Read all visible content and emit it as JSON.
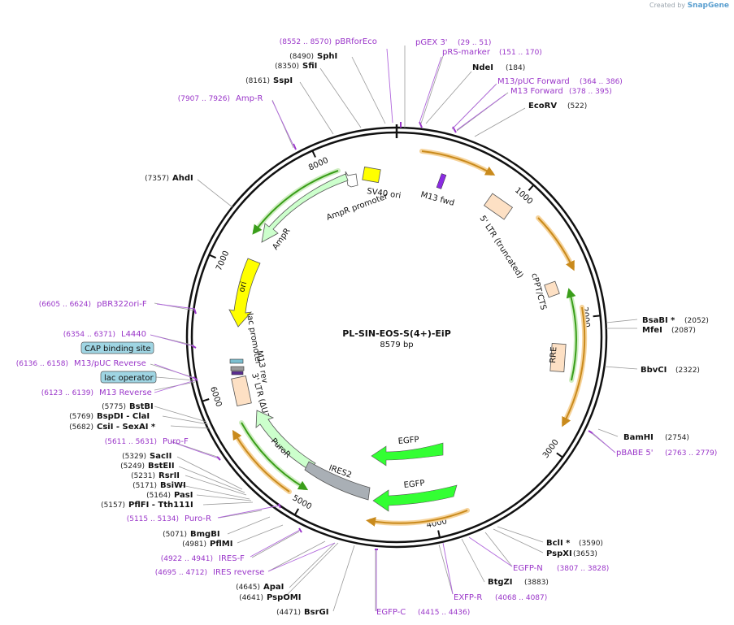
{
  "app": {
    "created_by": "Created by",
    "brand": "SnapGene"
  },
  "plasmid": {
    "name": "PL-SIN-EOS-S(4+)-EiP",
    "size_label": "8579 bp",
    "length": 8579
  },
  "ticks": [
    {
      "pos": 1000,
      "label": "1000"
    },
    {
      "pos": 2000,
      "label": "2000"
    },
    {
      "pos": 3000,
      "label": "3000"
    },
    {
      "pos": 4000,
      "label": "4000"
    },
    {
      "pos": 5000,
      "label": "5000"
    },
    {
      "pos": 6000,
      "label": "6000"
    },
    {
      "pos": 7000,
      "label": "7000"
    },
    {
      "pos": 8000,
      "label": "8000"
    }
  ],
  "enzymes_right": [
    {
      "name": "NdeI",
      "pos": "(184)"
    },
    {
      "name": "EcoRV",
      "pos": "(522)"
    },
    {
      "name": "BsaBI *",
      "pos": "(2052)"
    },
    {
      "name": "MfeI",
      "pos": "(2087)"
    },
    {
      "name": "BbvCI",
      "pos": "(2322)"
    },
    {
      "name": "BamHI",
      "pos": "(2754)"
    },
    {
      "name": "BclI *",
      "pos": "(3590)"
    },
    {
      "name": "PspXI",
      "pos": "(3653)"
    },
    {
      "name": "BtgZI",
      "pos": "(3883)"
    }
  ],
  "enzymes_left": [
    {
      "name": "SphI",
      "pos": "(8490)"
    },
    {
      "name": "SfiI",
      "pos": "(8350)"
    },
    {
      "name": "SspI",
      "pos": "(8161)"
    },
    {
      "name": "AhdI",
      "pos": "(7357)"
    },
    {
      "name": "BstBI",
      "pos": "(5775)"
    },
    {
      "name": "BspDI  - ClaI",
      "pos": "(5769)"
    },
    {
      "name": "CsiI  - SexAI *",
      "pos": "(5682)"
    },
    {
      "name": "SacII",
      "pos": "(5329)"
    },
    {
      "name": "BstEII",
      "pos": "(5249)"
    },
    {
      "name": "RsrII",
      "pos": "(5231)"
    },
    {
      "name": "BsiWI",
      "pos": "(5171)"
    },
    {
      "name": "PasI",
      "pos": "(5164)"
    },
    {
      "name": "PflFI  - Tth111I",
      "pos": "(5157)"
    },
    {
      "name": "BmgBI",
      "pos": "(5071)"
    },
    {
      "name": "PflMI",
      "pos": "(4981)"
    },
    {
      "name": "ApaI",
      "pos": "(4645)"
    },
    {
      "name": "PspOMI",
      "pos": "(4641)"
    },
    {
      "name": "BsrGI",
      "pos": "(4471)"
    }
  ],
  "primers_right": [
    {
      "name": "pGEX 3'",
      "pos": "(29 .. 51)"
    },
    {
      "name": "pRS-marker",
      "pos": "(151 .. 170)"
    },
    {
      "name": "M13/pUC Forward",
      "pos": "(364 .. 386)"
    },
    {
      "name": "M13 Forward",
      "pos": "(378 .. 395)"
    },
    {
      "name": "pBABE 5'",
      "pos": "(2763 .. 2779)"
    },
    {
      "name": "EGFP-N",
      "pos": "(3807 .. 3828)"
    },
    {
      "name": "EXFP-R",
      "pos": "(4068 .. 4087)"
    }
  ],
  "primers_left": [
    {
      "name": "pBRforEco",
      "pos": "(8552 .. 8570)"
    },
    {
      "name": "Amp-R",
      "pos": "(7907 .. 7926)"
    },
    {
      "name": "pBR322ori-F",
      "pos": "(6605 .. 6624)"
    },
    {
      "name": "L4440",
      "pos": "(6354 .. 6371)"
    },
    {
      "name": "M13/pUC Reverse",
      "pos": "(6136 .. 6158)"
    },
    {
      "name": "M13 Reverse",
      "pos": "(6123 .. 6139)"
    },
    {
      "name": "Puro-F",
      "pos": "(5611 .. 5631)"
    },
    {
      "name": "Puro-R",
      "pos": "(5115 .. 5134)"
    },
    {
      "name": "IRES-F",
      "pos": "(4922 .. 4941)"
    },
    {
      "name": "IRES reverse",
      "pos": "(4695 .. 4712)"
    },
    {
      "name": "EGFP-C",
      "pos": "(4415 .. 4436)"
    }
  ],
  "boxed_labels": [
    {
      "name": "CAP binding site"
    },
    {
      "name": "lac operator"
    }
  ],
  "features": [
    {
      "name": "SV40 ori",
      "color": "#ffff00"
    },
    {
      "name": "AmpR promoter",
      "color": "#ffffff"
    },
    {
      "name": "AmpR",
      "color": "#ccffcc"
    },
    {
      "name": "ori",
      "color": "#ffff00"
    },
    {
      "name": "lac promoter",
      "color": "#ffffff"
    },
    {
      "name": "M13 rev",
      "color": "#ffffff"
    },
    {
      "name": "3' LTR (ΔU3)",
      "color": "#fde0c4"
    },
    {
      "name": "PuroR",
      "color": "#ccffcc"
    },
    {
      "name": "IRES2",
      "color": "#a9afb5"
    },
    {
      "name": "EGFP",
      "color": "#33ff33"
    },
    {
      "name": "EGFP",
      "color": "#33ff33"
    },
    {
      "name": "RRE",
      "color": "#fde0c4"
    },
    {
      "name": "cPPT/CTS",
      "color": "#fde0c4"
    },
    {
      "name": "5' LTR (truncated)",
      "color": "#fde0c4"
    },
    {
      "name": "M13 fwd",
      "color": "#8a2be2"
    }
  ],
  "colors": {
    "primer": "#9a36c9",
    "orf_orange": "#c98a1c",
    "orf_green": "#3a9e1a",
    "backbone": "#111111"
  }
}
